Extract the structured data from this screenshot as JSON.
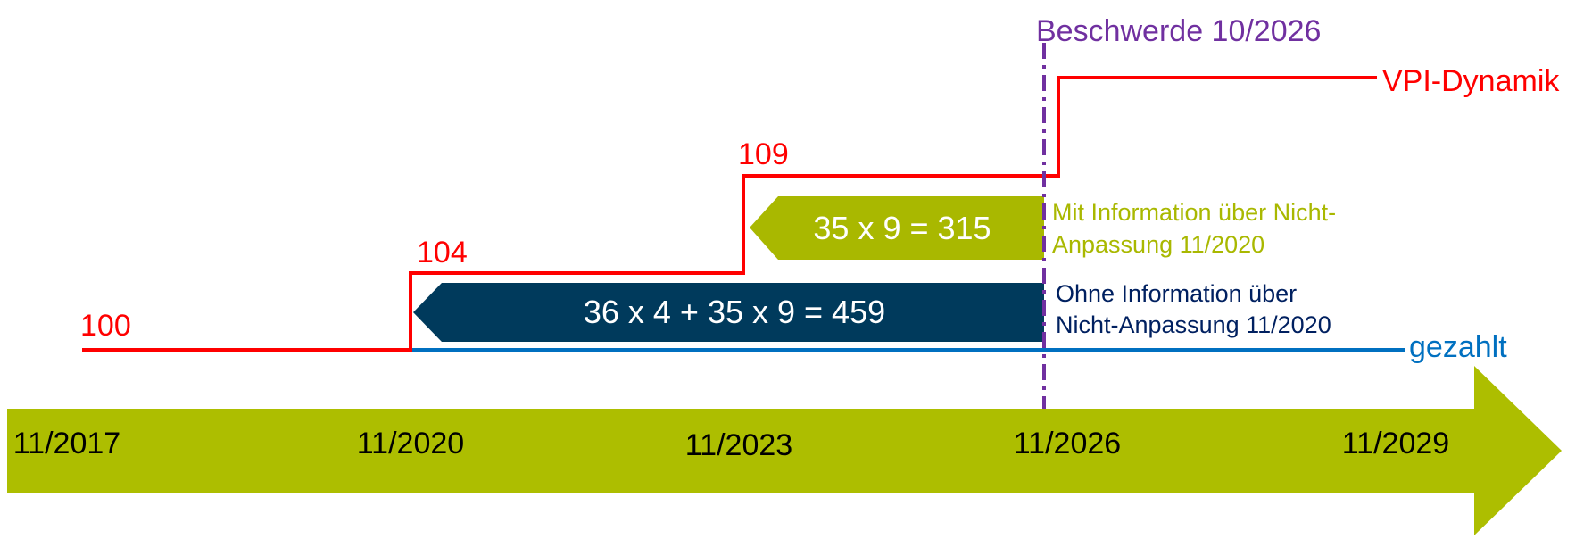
{
  "colors": {
    "vpi": "#ff0000",
    "paid": "#0070c0",
    "complaint": "#7030a0",
    "timeline": "#adbe00",
    "green_box": "#a9b800",
    "navy_box": "#003a5c",
    "navy_text": "#002060",
    "green_text": "#a9b800",
    "white": "#ffffff"
  },
  "timeline": {
    "ticks": [
      "11/2017",
      "11/2020",
      "11/2023",
      "11/2026",
      "11/2029"
    ]
  },
  "vpi_line": {
    "label": "VPI-Dynamik",
    "levels": [
      "100",
      "104",
      "109"
    ]
  },
  "paid_line": {
    "label": "gezahlt"
  },
  "complaint": {
    "label": "Beschwerde 10/2026"
  },
  "boxes": {
    "without_info": {
      "formula": "36 x 4 + 35 x 9 = 459",
      "annotation": [
        "Ohne Information über",
        "Nicht-Anpassung 11/2020"
      ]
    },
    "with_info": {
      "formula": "35 x 9 = 315",
      "annotation": [
        "Mit Information über Nicht-",
        "Anpassung 11/2020"
      ]
    }
  }
}
